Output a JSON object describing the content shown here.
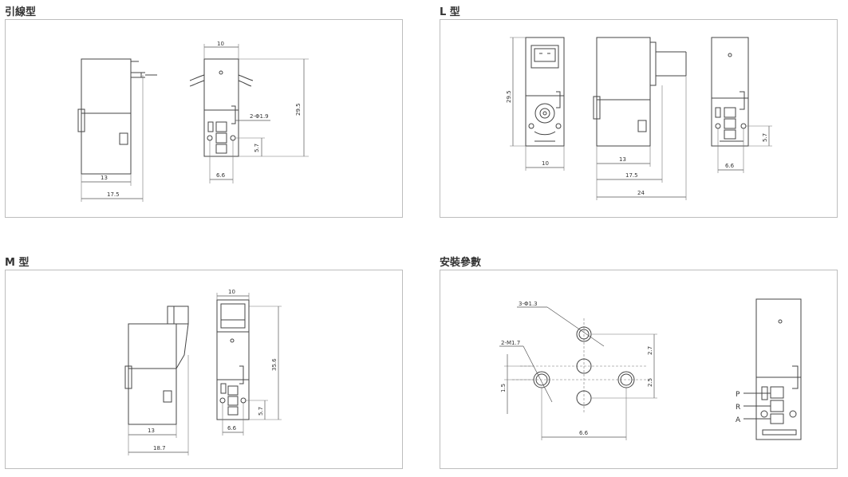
{
  "titles": {
    "lead_wire": "引線型",
    "l_type": "L 型",
    "m_type": "M 型",
    "install": "安裝參數"
  },
  "lead_wire_dims": {
    "d10": "10",
    "d29_5": "29.5",
    "hole": "2-Φ1.9",
    "d5_7": "5.7",
    "d6_6": "6.6",
    "d13": "13",
    "d17_5": "17.5"
  },
  "l_type_dims": {
    "d29_5": "29.5",
    "d10": "10",
    "d13": "13",
    "d17_5": "17.5",
    "d24": "24",
    "d5_7": "5.7",
    "d6_6": "6.6"
  },
  "m_type_dims": {
    "d10": "10",
    "d35_6": "35.6",
    "d5_7": "5.7",
    "d6_6": "6.6",
    "d13": "13",
    "d18_7": "18.7"
  },
  "install_dims": {
    "hole3": "3-Φ1.3",
    "m2": "2-M1.7",
    "d2_7": "2.7",
    "d2_5": "2.5",
    "d1_5": "1.5",
    "d6_6": "6.6"
  },
  "ports": {
    "p": "P",
    "r": "R",
    "a": "A"
  },
  "colors": {
    "line": "#444444",
    "border": "#bdbdbd"
  }
}
